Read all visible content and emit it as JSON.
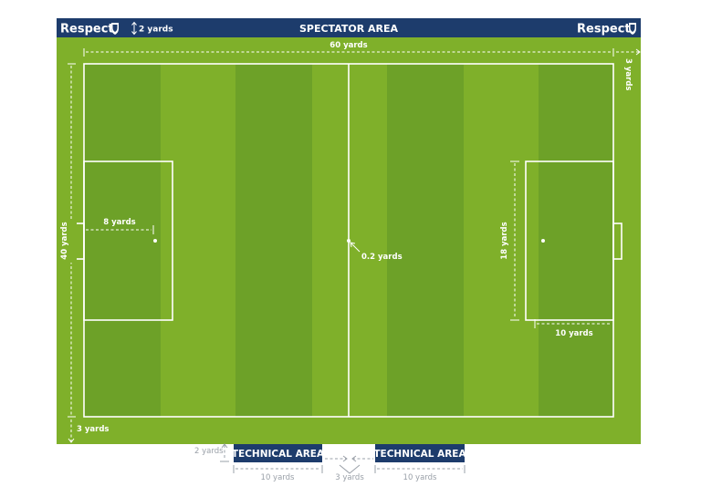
{
  "colors": {
    "bar": "#1d3c6c",
    "grass_light": "#7fb02a",
    "grass_dark": "#6da128",
    "line": "#ffffff",
    "grey_text": "#9aa0a8"
  },
  "header": {
    "brand_left": "Respect",
    "brand_right": "Respect",
    "bar_height_label": "2 yards",
    "title": "SPECTATOR AREA"
  },
  "pitch_labels": {
    "length": "60 yards",
    "width": "40 yards",
    "side_margin": "3 yards",
    "end_margin": "3 yards",
    "center_mark": "0.2 yards",
    "penalty_spot_distance": "8 yards",
    "box_width": "18 yards",
    "box_depth": "10 yards"
  },
  "technical": {
    "area_left": "TECHNICAL AREA",
    "area_right": "TECHNICAL AREA",
    "offset_label": "2 yards",
    "width_left": "10 yards",
    "gap": "3 yards",
    "width_right": "10 yards"
  },
  "icons": [
    "shield-crest-icon",
    "double-arrow-icon"
  ]
}
